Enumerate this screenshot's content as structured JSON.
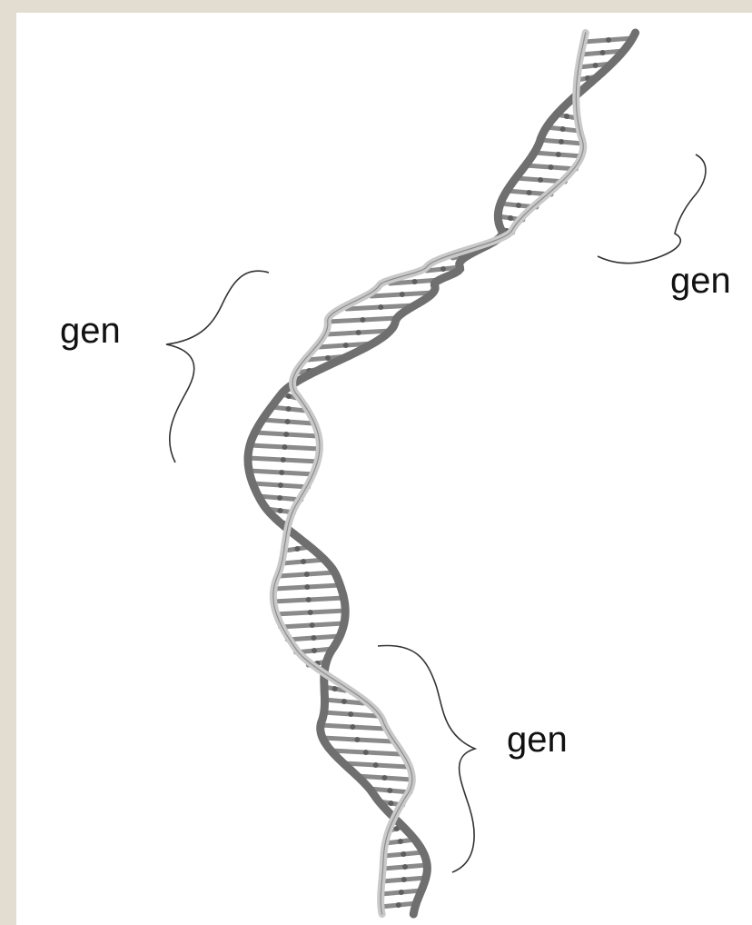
{
  "figure": {
    "labels": {
      "left": "gen",
      "right": "gen",
      "bottom": "gen"
    },
    "colors": {
      "background": "#ffffff",
      "frame": "#e3ddd1",
      "dark_strand": "#6f6f6f",
      "light_strand": "#c9c9c9",
      "base_pairs": "#8a8a8a",
      "bracket": "#333333"
    }
  }
}
